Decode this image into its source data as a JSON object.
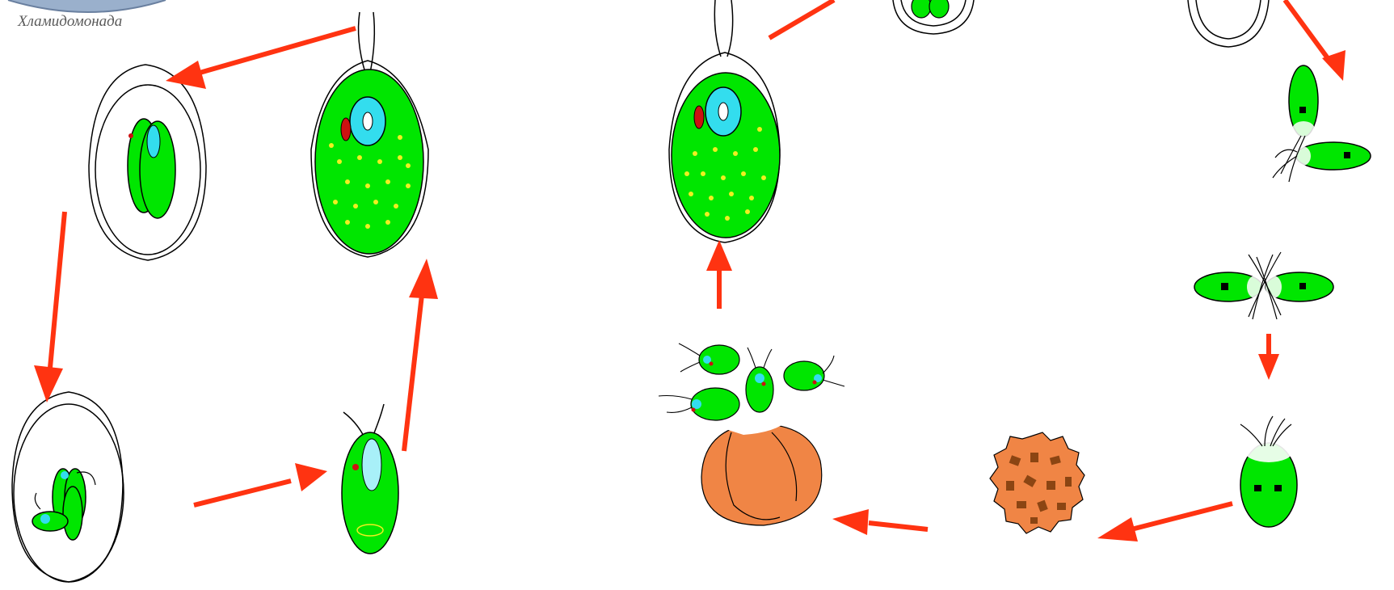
{
  "diagram": {
    "caption": "Хламидомонада",
    "colors": {
      "cell_green": "#00e600",
      "nucleus_cyan": "#33ddee",
      "eyespot_red": "#cc1111",
      "arrow_red": "#ff3311",
      "starch_yellow": "#f0f020",
      "zygote_orange": "#f08545",
      "zygote_spots": "#8b4513",
      "outline": "#000000"
    },
    "asexual_cycle": [
      "mother-cell-with-flagella",
      "cell-dividing-in-envelope",
      "zoospores-in-envelope",
      "free-zoospore"
    ],
    "sexual_cycle": [
      "vegetative-cell",
      "gametes-pairing",
      "gametes-fusing",
      "planozygote",
      "zygospore",
      "zygospore-germination",
      "released-zoospores"
    ]
  }
}
